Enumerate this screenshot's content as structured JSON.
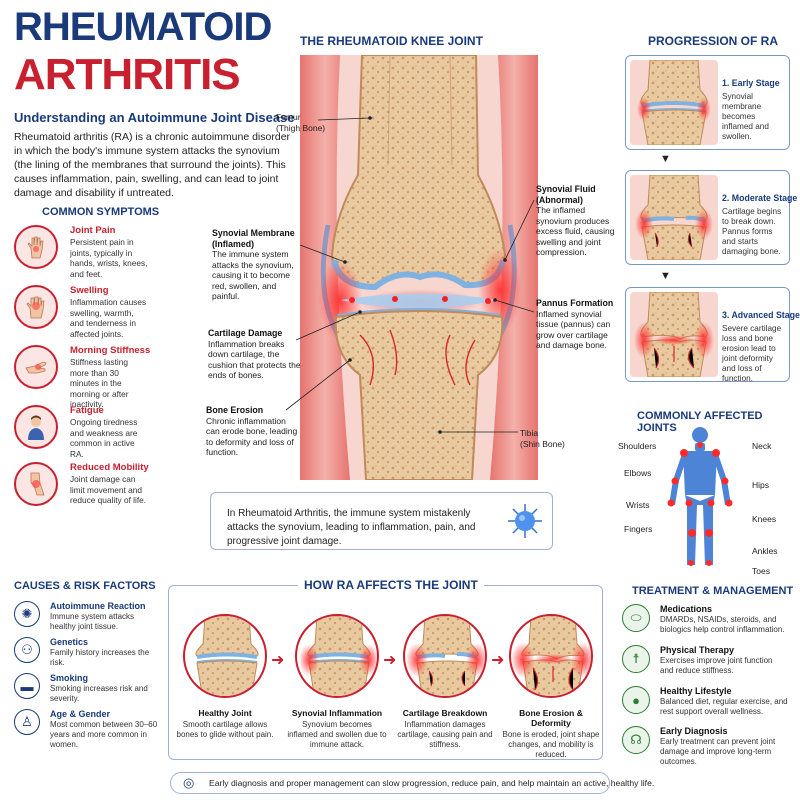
{
  "header": {
    "title_line1": "RHEUMATOID",
    "title_line2": "ARTHRITIS",
    "subtitle": "Understanding an Autoimmune Joint Disease",
    "intro": "Rheumatoid arthritis (RA) is a chronic autoimmune disorder in which the body's immune system attacks the synovium (the lining of the membranes that surround the joints). This causes inflammation, pain, swelling, and can lead to joint damage and disability if untreated."
  },
  "symptoms": {
    "heading": "COMMON SYMPTOMS",
    "items": [
      {
        "title": "Joint Pain",
        "desc": "Persistent pain in joints, typically in hands, wrists, knees, and feet.",
        "icon": "hand-icon"
      },
      {
        "title": "Swelling",
        "desc": "Inflammation causes swelling, warmth, and tenderness in affected joints.",
        "icon": "swollen-hand-icon"
      },
      {
        "title": "Morning Stiffness",
        "desc": "Stiffness lasting more than 30 minutes in the morning or after inactivity.",
        "icon": "stiff-hand-icon"
      },
      {
        "title": "Fatigue",
        "desc": "Ongoing tiredness and weakness are common in active RA.",
        "icon": "tired-person-icon"
      },
      {
        "title": "Reduced Mobility",
        "desc": "Joint damage can limit movement and reduce quality of life.",
        "icon": "knee-icon"
      }
    ]
  },
  "knee": {
    "heading": "THE RHEUMATOID KNEE JOINT",
    "labels": {
      "femur_title": "Femur",
      "femur_sub": "(Thigh Bone)",
      "synovial_membrane_title": "Synovial Membrane (Inflamed)",
      "synovial_membrane_desc": "The immune system attacks the synovium, causing it to become red, swollen, and painful.",
      "cartilage_title": "Cartilage Damage",
      "cartilage_desc": "Inflammation breaks down cartilage, the cushion that protects the ends of bones.",
      "bone_erosion_title": "Bone Erosion",
      "bone_erosion_desc": "Chronic inflammation can erode bone, leading to deformity and loss of function.",
      "synovial_fluid_title": "Synovial Fluid (Abnormal)",
      "synovial_fluid_desc": "The inflamed synovium produces excess fluid, causing swelling and joint compression.",
      "pannus_title": "Pannus Formation",
      "pannus_desc": "Inflamed synovial tissue (pannus) can grow over cartilage and damage bone.",
      "tibia_title": "Tibia",
      "tibia_sub": "(Shin Bone)"
    },
    "callout": "In Rheumatoid Arthritis, the immune system mistakenly attacks the synovium, leading to inflammation, pain, and progressive joint damage."
  },
  "progression": {
    "heading": "PROGRESSION OF RA",
    "stages": [
      {
        "title": "1. Early Stage",
        "desc": "Synovial membrane becomes inflamed and swollen."
      },
      {
        "title": "2. Moderate Stage",
        "desc": "Cartilage begins to break down. Pannus forms and starts damaging bone."
      },
      {
        "title": "3. Advanced Stage",
        "desc": "Severe cartilage loss and bone erosion lead to joint deformity and loss of function."
      }
    ]
  },
  "affected_joints": {
    "heading": "COMMONLY AFFECTED JOINTS",
    "labels": [
      "Shoulders",
      "Elbows",
      "Wrists",
      "Fingers",
      "Neck",
      "Hips",
      "Knees",
      "Ankles",
      "Toes"
    ]
  },
  "causes": {
    "heading": "CAUSES & RISK FACTORS",
    "items": [
      {
        "title": "Autoimmune Reaction",
        "desc": "Immune system attacks healthy joint tissue.",
        "icon": "virus-icon"
      },
      {
        "title": "Genetics",
        "desc": "Family history increases the risk.",
        "icon": "family-icon"
      },
      {
        "title": "Smoking",
        "desc": "Smoking increases risk and severity.",
        "icon": "smoking-icon"
      },
      {
        "title": "Age & Gender",
        "desc": "Most common between 30–60 years and more common in women.",
        "icon": "person-icon"
      }
    ]
  },
  "how": {
    "heading": "HOW RA AFFECTS THE JOINT",
    "stages": [
      {
        "title": "Healthy Joint",
        "desc": "Smooth cartilage allows bones to glide without pain."
      },
      {
        "title": "Synovial Inflammation",
        "desc": "Synovium becomes inflamed and swollen due to immune attack."
      },
      {
        "title": "Cartilage Breakdown",
        "desc": "Inflammation damages cartilage, causing pain and stiffness."
      },
      {
        "title": "Bone Erosion & Deformity",
        "desc": "Bone is eroded, joint shape changes, and mobility is reduced."
      }
    ]
  },
  "treatment": {
    "heading": "TREATMENT & MANAGEMENT",
    "items": [
      {
        "title": "Medications",
        "desc": "DMARDs, NSAIDs, steroids, and biologics help control inflammation.",
        "icon": "pill-icon"
      },
      {
        "title": "Physical Therapy",
        "desc": "Exercises improve joint function and reduce stiffness.",
        "icon": "exercise-icon"
      },
      {
        "title": "Healthy Lifestyle",
        "desc": "Balanced diet, regular exercise, and rest support overall wellness.",
        "icon": "apple-icon"
      },
      {
        "title": "Early Diagnosis",
        "desc": "Early treatment can prevent joint damage and improve long-term outcomes.",
        "icon": "stethoscope-icon"
      }
    ]
  },
  "footer": {
    "text": "Early diagnosis and proper management can slow progression, reduce pain, and help maintain an active, healthy life."
  },
  "colors": {
    "navy": "#1a3a7a",
    "red": "#c8202f",
    "bone": "#e8c9a0",
    "cartilage": "#9ec3e6"
  }
}
